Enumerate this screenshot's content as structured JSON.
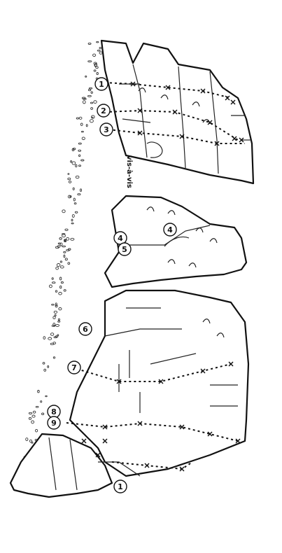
{
  "topo": {
    "label": "vis-à-vis",
    "routes": [
      "1",
      "2",
      "3",
      "4",
      "5",
      "6",
      "7",
      "8",
      "9"
    ],
    "extra_route": "1",
    "colors": {
      "ink": "#111111",
      "paper": "#ffffff"
    }
  }
}
